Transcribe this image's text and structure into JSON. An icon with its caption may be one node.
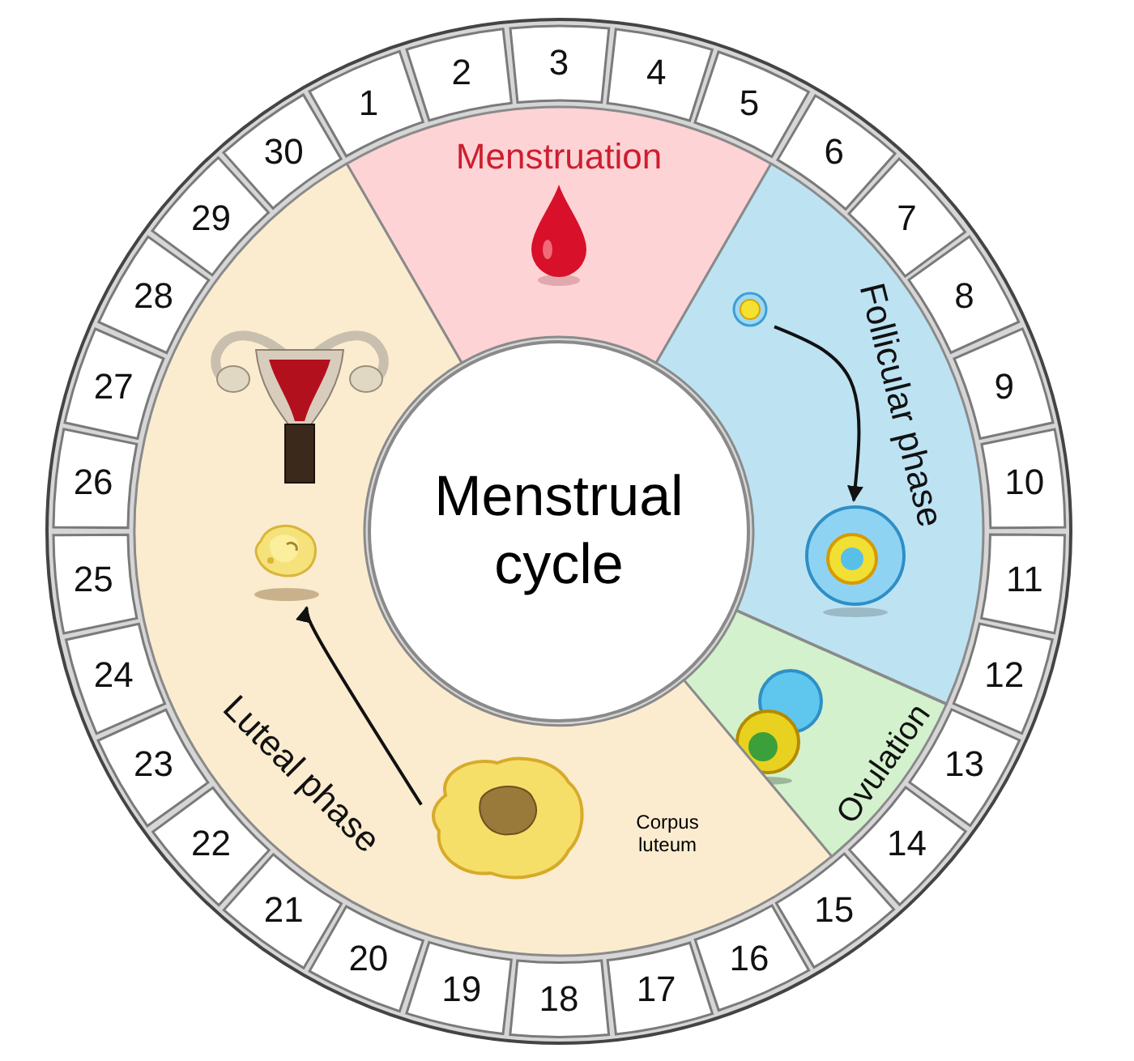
{
  "diagram": {
    "nodes": [
      {
        "text": [
          "Menstrual cycle"
        ]
      },
      {
        "text": [
          "Menstruation"
        ]
      },
      {
        "text": [
          "Follicular phase"
        ]
      },
      {
        "text": [
          "Ovulation"
        ]
      },
      {
        "text": [
          "Luteal phase"
        ]
      },
      {
        "text": [],
        "shape": "picture",
        "in": 1
      },
      {
        "text": [],
        "shape": "picture",
        "in": 2
      },
      {
        "text": [],
        "shape": "picture",
        "in": 2
      },
      {
        "text": [],
        "shape": "picture",
        "in": 3
      },
      {
        "text": [],
        "shape": "picture",
        "in": 4
      },
      {
        "text": [],
        "shape": "picture",
        "in": 4
      },
      {
        "text": [],
        "shape": "picture",
        "in": 4,
        "beside": [
          "Corpus luteum"
        ]
      },
      {
        "text": [
          "1"
        ]
      },
      {
        "text": [
          "2"
        ]
      },
      {
        "text": [
          "3"
        ]
      },
      {
        "text": [
          "4"
        ]
      },
      {
        "text": [
          "5"
        ]
      },
      {
        "text": [
          "6"
        ]
      },
      {
        "text": [
          "7"
        ]
      },
      {
        "text": [
          "8"
        ]
      },
      {
        "text": [
          "9"
        ]
      },
      {
        "text": [
          "10"
        ]
      },
      {
        "text": [
          "11"
        ]
      },
      {
        "text": [
          "12"
        ]
      },
      {
        "text": [
          "13"
        ]
      },
      {
        "text": [
          "14"
        ]
      },
      {
        "text": [
          "15"
        ]
      },
      {
        "text": [
          "16"
        ]
      },
      {
        "text": [
          "17"
        ]
      },
      {
        "text": [
          "18"
        ]
      },
      {
        "text": [
          "19"
        ]
      },
      {
        "text": [
          "20"
        ]
      },
      {
        "text": [
          "21"
        ]
      },
      {
        "text": [
          "22"
        ]
      },
      {
        "text": [
          "23"
        ]
      },
      {
        "text": [
          "24"
        ]
      },
      {
        "text": [
          "25"
        ]
      },
      {
        "text": [
          "26"
        ]
      },
      {
        "text": [
          "27"
        ]
      },
      {
        "text": [
          "28"
        ]
      },
      {
        "text": [
          "29"
        ]
      },
      {
        "text": [
          "30"
        ]
      }
    ],
    "edges": [
      {
        "from": 6,
        "to": 7,
        "arrow": "to"
      },
      {
        "from": 11,
        "to": 10,
        "arrow": "to"
      }
    ]
  }
}
